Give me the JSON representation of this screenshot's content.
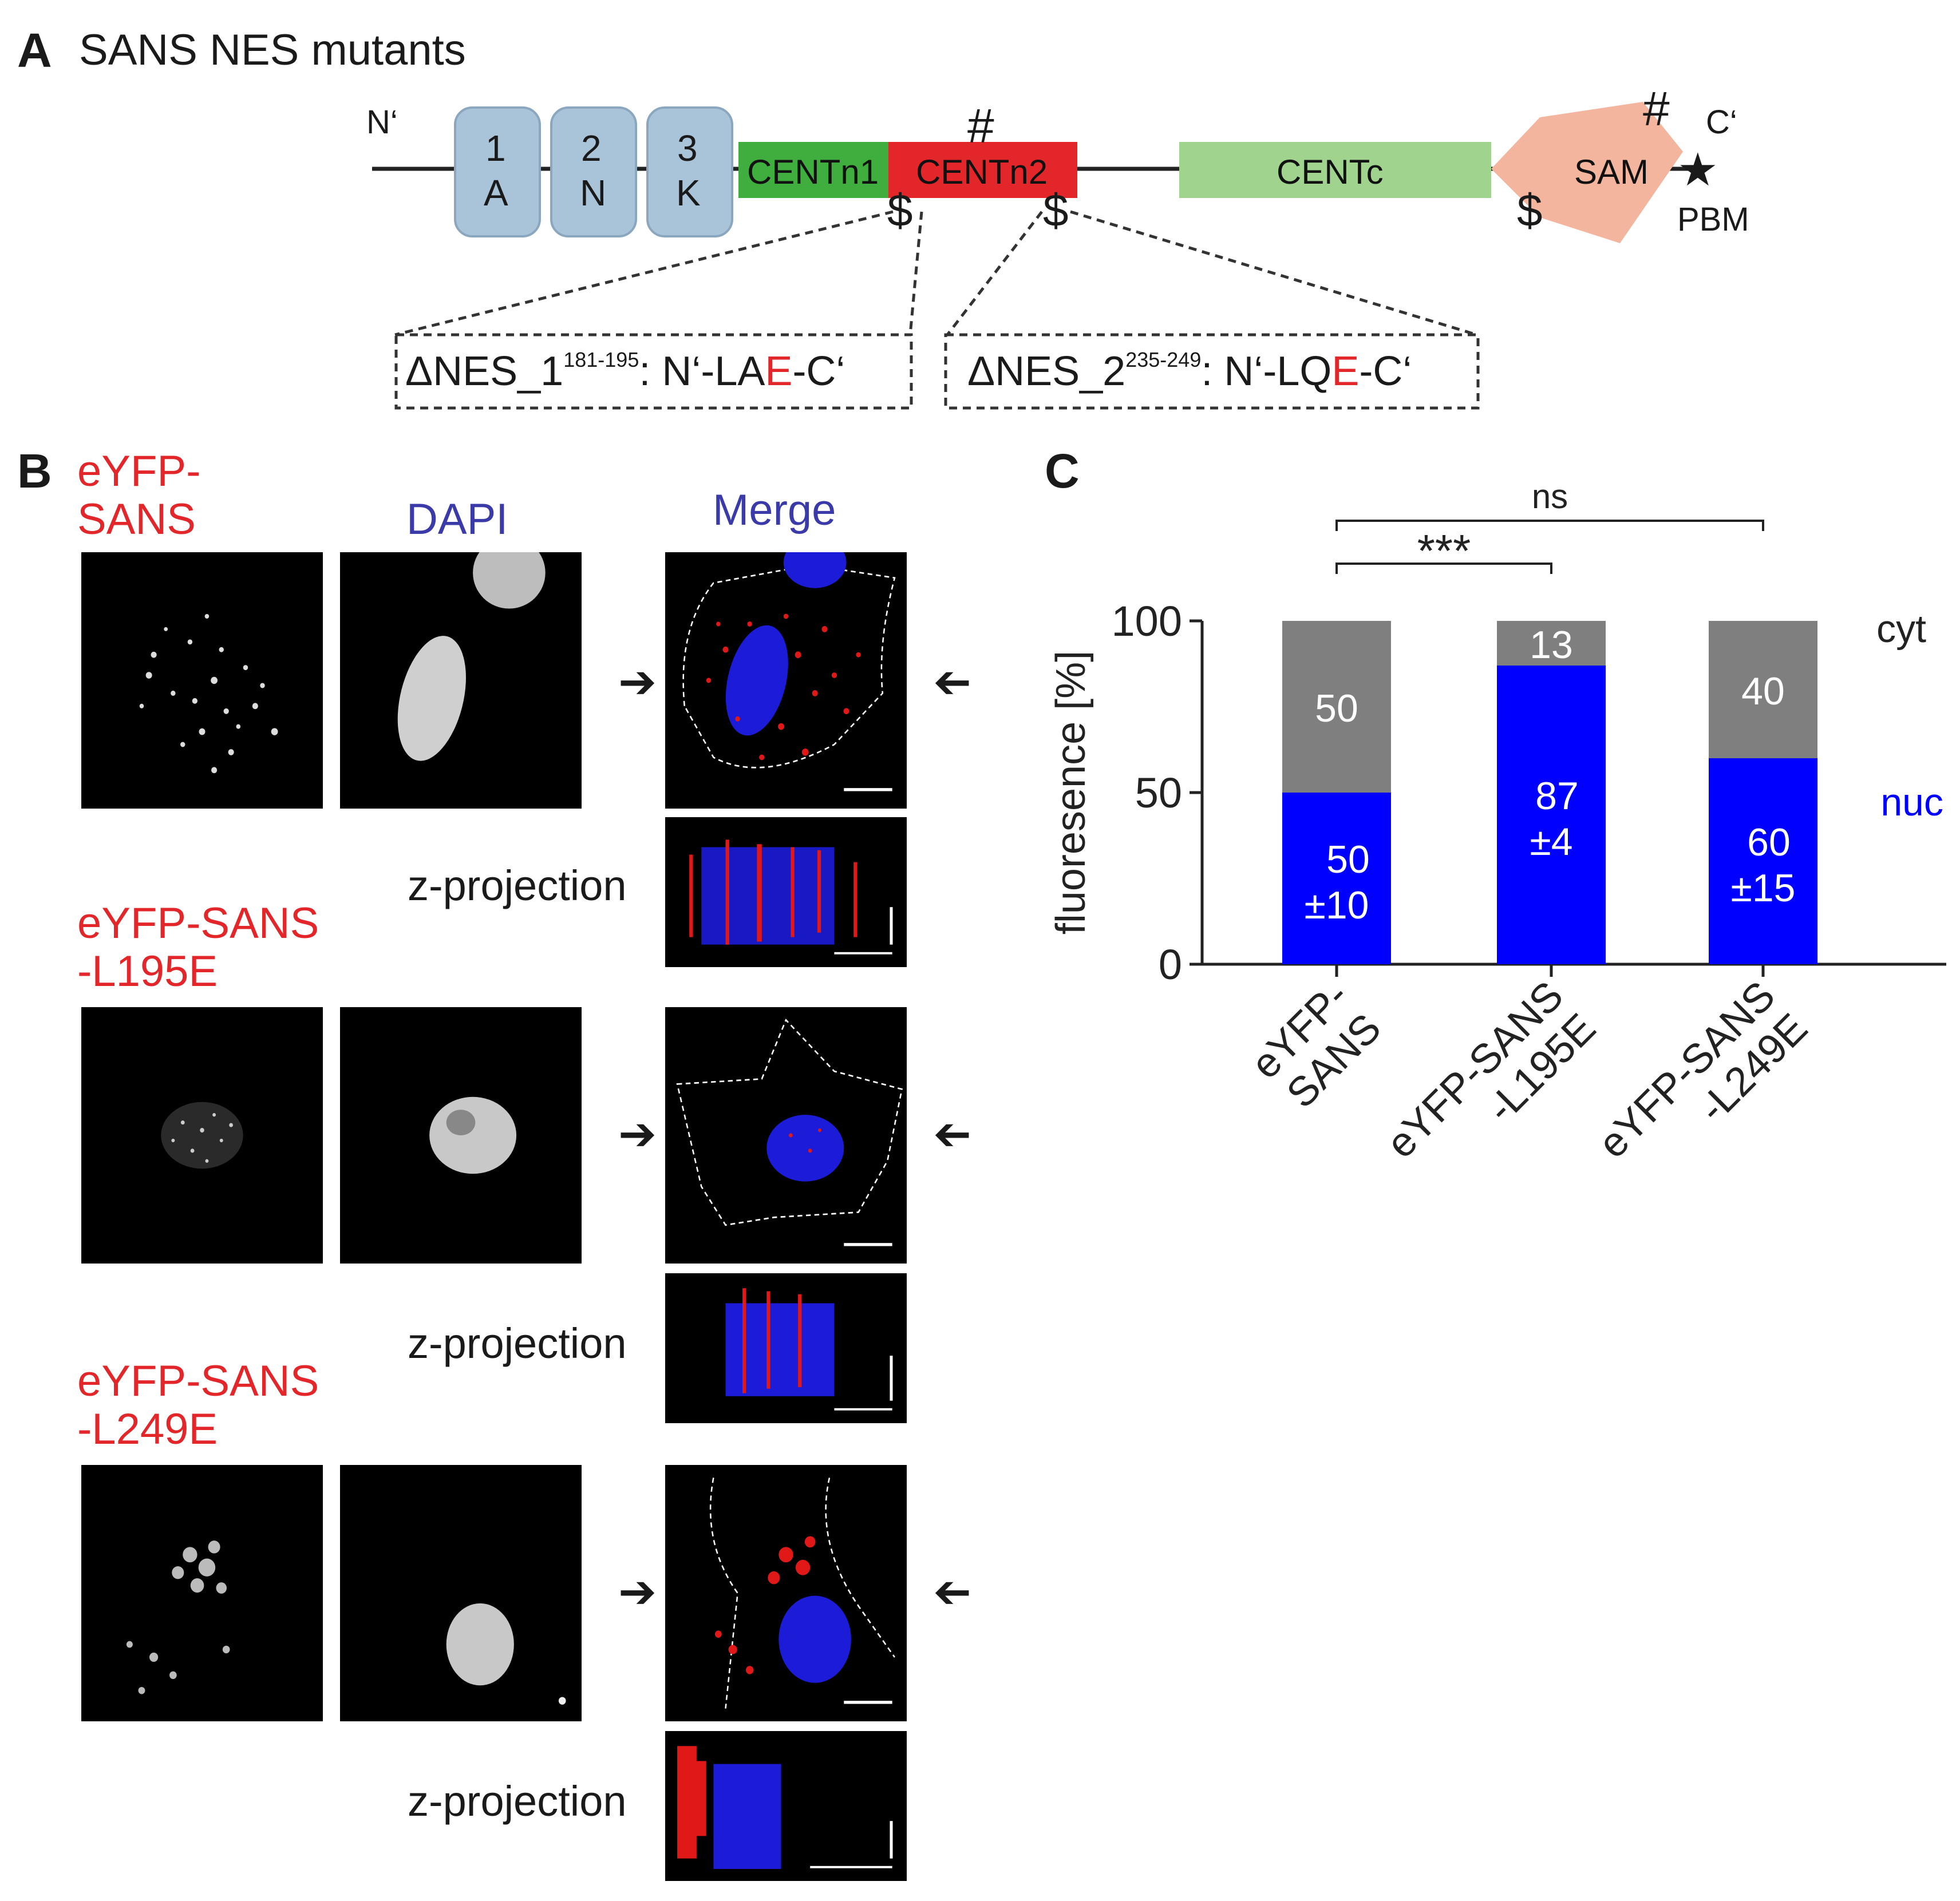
{
  "panelA": {
    "letter": "A",
    "title": "SANS NES mutants",
    "n_term": "N‘",
    "c_term": "C‘",
    "ank_repeats": [
      {
        "top": "1",
        "bottom": "A"
      },
      {
        "top": "2",
        "bottom": "N"
      },
      {
        "top": "3",
        "bottom": "K"
      }
    ],
    "domains": {
      "centn1": "CENTn1",
      "centn2": "CENTn2",
      "centc": "CENTc",
      "sam": "SAM",
      "pbm": "PBM"
    },
    "markers": {
      "hash": "#",
      "dollar": "$",
      "star": "★"
    },
    "mutants": [
      {
        "prefix": "ΔNES_1",
        "range": "181-195",
        "seq_pre": ": N‘-LA",
        "seq_mut": "E",
        "seq_post": "-C‘"
      },
      {
        "prefix": "ΔNES_2",
        "range": "235-249",
        "seq_pre": ": N‘-LQ",
        "seq_mut": "E",
        "seq_post": "-C‘"
      }
    ],
    "colors": {
      "ank": "#a9c3d9",
      "centn1": "#3fae3f",
      "centn2": "#e3262a",
      "centc": "#9fd38e",
      "sam": "#f4b59e",
      "mut": "#e3262a"
    }
  },
  "panelB": {
    "letter": "B",
    "column_headers": {
      "dapi": "DAPI",
      "merge": "Merge"
    },
    "z_label": "z-projection",
    "rows": [
      {
        "label_line1": "eYFP-",
        "label_line2": "SANS"
      },
      {
        "label_line1": "eYFP-SANS",
        "label_line2": "-L195E"
      },
      {
        "label_line1": "eYFP-SANS",
        "label_line2": "-L249E"
      }
    ],
    "colors": {
      "label": "#e3262a",
      "dapi_header": "#3a3aa8",
      "merge_header": "#3a3aa8"
    }
  },
  "panelC": {
    "letter": "C",
    "chart_data": {
      "type": "bar",
      "stacked": true,
      "categories": [
        "eYFP-\nSANS",
        "eYFP-SANS\n-L195E",
        "eYFP-SANS\n-L249E"
      ],
      "series": [
        {
          "name": "nuc",
          "color": "#0000ff",
          "values": [
            50,
            87,
            60
          ],
          "value_labels": [
            "50",
            "87",
            "60"
          ],
          "error_labels": [
            "±10",
            "±4",
            "±15"
          ]
        },
        {
          "name": "cyt",
          "color": "#7f7f7f",
          "values": [
            50,
            13,
            40
          ],
          "value_labels": [
            "50",
            "13",
            "40"
          ]
        }
      ],
      "ylabel": "fluoresence [%]",
      "ylim": [
        0,
        100
      ],
      "yticks": [
        "0",
        "50",
        "100"
      ],
      "significance": [
        {
          "pair": [
            0,
            1
          ],
          "label": "***"
        },
        {
          "pair": [
            0,
            2
          ],
          "label": "ns"
        }
      ],
      "legend_labels": {
        "cyt": "cyt",
        "nuc": "nuc"
      }
    }
  }
}
